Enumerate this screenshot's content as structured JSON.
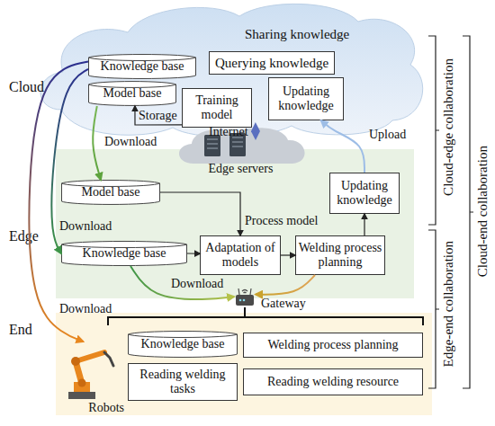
{
  "diagram": {
    "nodes": [
      {
        "text": [
          "Cloud"
        ]
      },
      {
        "text": [
          "Knowledge base"
        ],
        "in": 0
      },
      {
        "text": [
          "Querying knowledge"
        ],
        "in": 0
      },
      {
        "text": [
          "Model base"
        ],
        "in": 0
      },
      {
        "text": [
          "Training model"
        ],
        "in": 0
      },
      {
        "text": [
          "Updating knowledge"
        ],
        "in": 0
      },
      {
        "text": [
          "Edge"
        ]
      },
      {
        "text": [
          "Edge servers"
        ],
        "in": 6
      },
      {
        "text": [
          "Model base"
        ],
        "in": 6
      },
      {
        "text": [
          "Updating knowledge"
        ],
        "in": 6
      },
      {
        "text": [
          "Knowledge base"
        ],
        "in": 6
      },
      {
        "text": [
          "Adaptation of models"
        ],
        "in": 6
      },
      {
        "text": [
          "Welding process planning"
        ],
        "in": 6
      },
      {
        "text": [
          "Gateway"
        ],
        "in": 6
      },
      {
        "text": [
          "End"
        ]
      },
      {
        "text": [
          "Robots"
        ],
        "in": 14
      },
      {
        "text": [
          "Knowledge base"
        ],
        "in": 14
      },
      {
        "text": [
          "Welding process planning"
        ],
        "in": 14
      },
      {
        "text": [
          "Reading welding tasks"
        ],
        "in": 14
      },
      {
        "text": [
          "Reading welding resource"
        ],
        "in": 14
      }
    ],
    "edges": [
      {
        "from": 4,
        "to": 3,
        "label": "Storage",
        "arrow": "to"
      },
      {
        "from": 0,
        "to": 7,
        "label": "Internet",
        "arrow": "both"
      },
      {
        "from": 3,
        "to": 8,
        "label": "Download",
        "arrow": "to"
      },
      {
        "from": 1,
        "to": 10,
        "label": "Download",
        "arrow": "to"
      },
      {
        "from": 1,
        "to": 15,
        "label": "Download",
        "arrow": "to"
      },
      {
        "from": 8,
        "to": 11,
        "label": "Process model",
        "arrow": "to"
      },
      {
        "from": 10,
        "to": 11,
        "arrow": "to"
      },
      {
        "from": 11,
        "to": 12,
        "arrow": "to"
      },
      {
        "from": 12,
        "to": 9,
        "arrow": "to"
      },
      {
        "from": 9,
        "to": 5,
        "label": "Upload",
        "arrow": "to"
      },
      {
        "from": 10,
        "to": 13,
        "label": "Download",
        "arrow": "to"
      },
      {
        "from": 12,
        "to": 13,
        "arrow": "to"
      }
    ],
    "labels": [
      "Sharing knowledge",
      "Cloud-edge collaboration",
      "Edge-end collaboration",
      "Cloud-end collaboration"
    ]
  }
}
